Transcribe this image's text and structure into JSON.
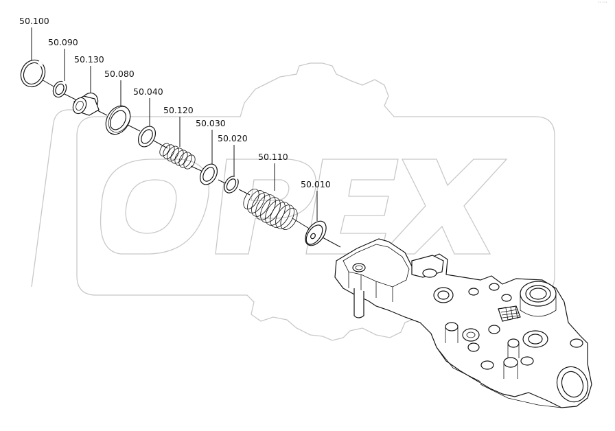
{
  "watermark": {
    "text": "OPEX",
    "color": "#c8c8c8"
  },
  "corner_mark": "ﾟﾟ ﾟﾟﾟ",
  "callouts": [
    {
      "id": "50.100",
      "label": "50.100"
    },
    {
      "id": "50.090",
      "label": "50.090"
    },
    {
      "id": "50.130",
      "label": "50.130"
    },
    {
      "id": "50.080",
      "label": "50.080"
    },
    {
      "id": "50.040",
      "label": "50.040"
    },
    {
      "id": "50.120",
      "label": "50.120"
    },
    {
      "id": "50.030",
      "label": "50.030"
    },
    {
      "id": "50.020",
      "label": "50.020"
    },
    {
      "id": "50.110",
      "label": "50.110"
    },
    {
      "id": "50.010",
      "label": "50.010"
    }
  ]
}
